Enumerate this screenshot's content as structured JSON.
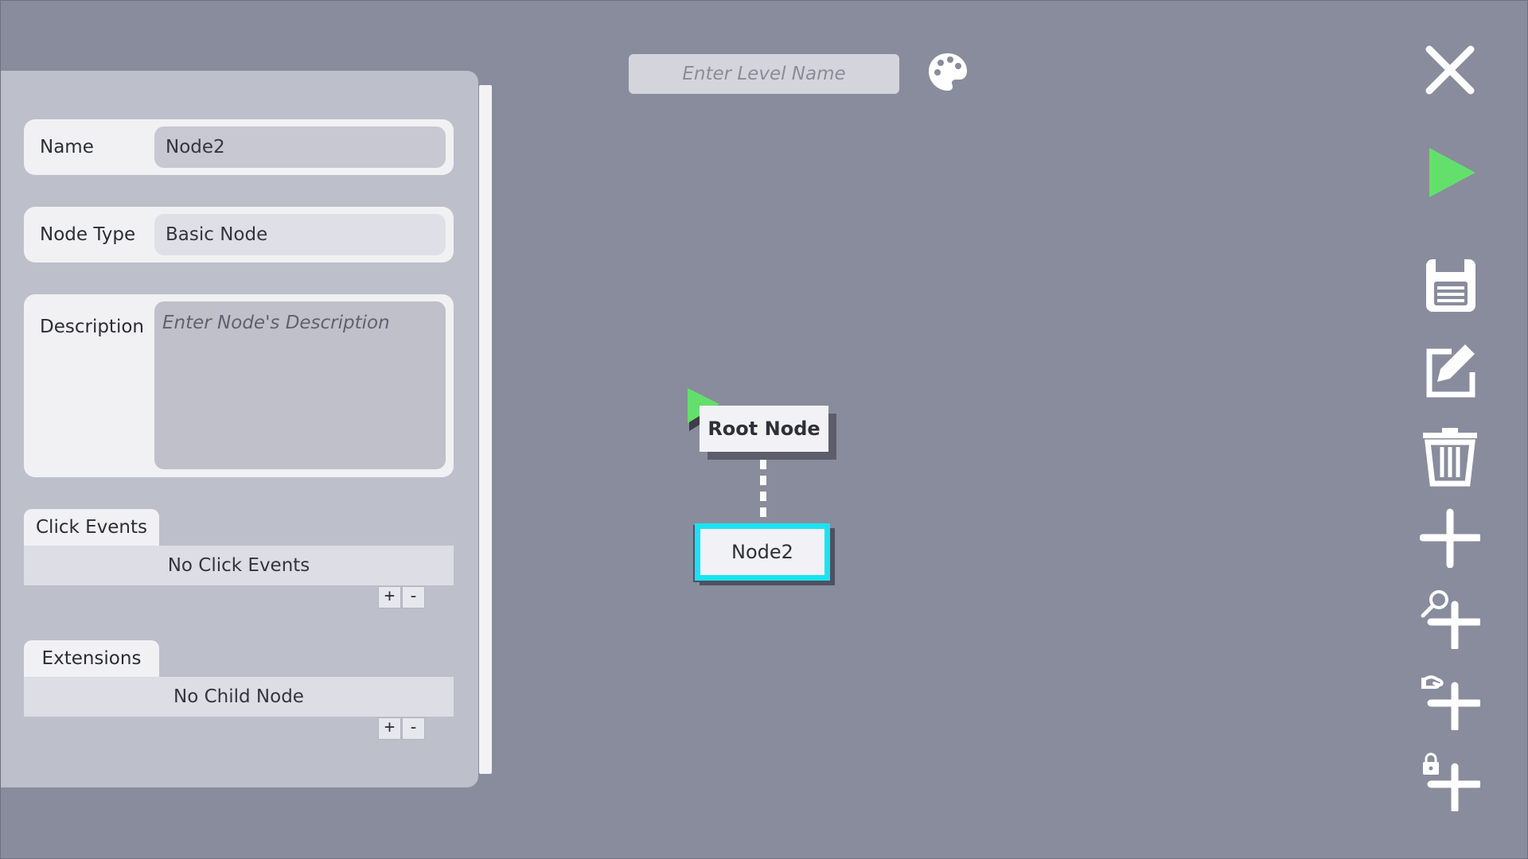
{
  "inspector": {
    "name": {
      "label": "Name",
      "value": "Node2"
    },
    "node_type": {
      "label": "Node Type",
      "value": "Basic Node"
    },
    "description": {
      "label": "Description",
      "placeholder": "Enter Node's Description"
    },
    "click_events": {
      "tab": "Click Events",
      "empty": "No Click Events",
      "add": "+",
      "remove": "-"
    },
    "extensions": {
      "tab": "Extensions",
      "empty": "No Child Node",
      "add": "+",
      "remove": "-"
    }
  },
  "toolbar_top": {
    "level_name_placeholder": "Enter Level Name",
    "palette_icon": "palette-icon"
  },
  "graph": {
    "root_node": "Root Node",
    "selected_node": "Node2",
    "start_marker_color": "#63e06b",
    "selected_border_color": "#19e3f2"
  },
  "right_toolbar": [
    "close-icon",
    "play-icon",
    "save-icon",
    "edit-icon",
    "trash-icon",
    "add-node-icon",
    "add-search-node-icon",
    "add-hand-node-icon",
    "add-lock-node-icon"
  ],
  "colors": {
    "background": "#898c9c",
    "accent_play": "#63e06b"
  }
}
